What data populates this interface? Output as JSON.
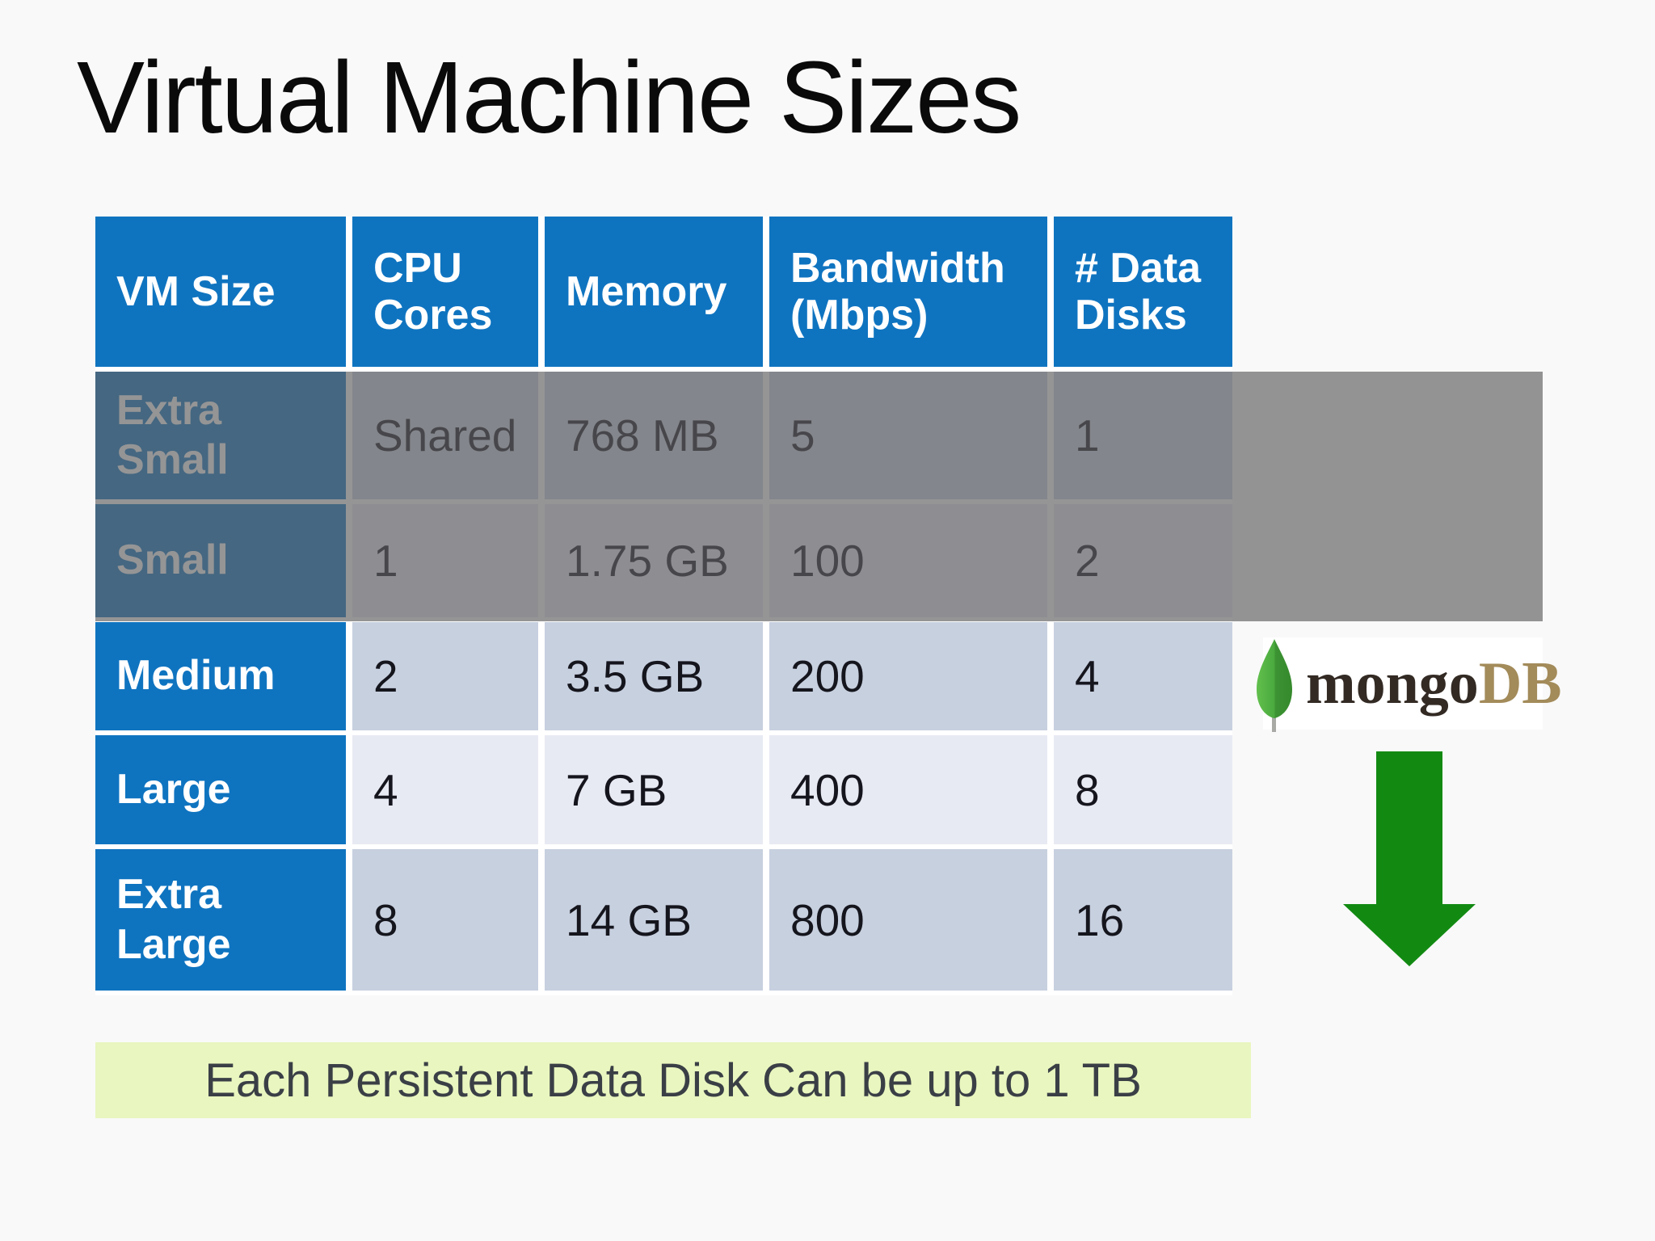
{
  "slide": {
    "title": "Virtual Machine Sizes",
    "background_color": "#f9f9f9"
  },
  "table": {
    "headers": [
      "VM Size",
      "CPU Cores",
      "Memory",
      "Bandwidth (Mbps)",
      "# Data Disks"
    ],
    "rows": [
      {
        "label": "Extra Small",
        "cpu": "Shared",
        "memory": "768 MB",
        "bandwidth": "5",
        "disks": "1",
        "dimmed": true
      },
      {
        "label": "Small",
        "cpu": "1",
        "memory": "1.75 GB",
        "bandwidth": "100",
        "disks": "2",
        "dimmed": true
      },
      {
        "label": "Medium",
        "cpu": "2",
        "memory": "3.5 GB",
        "bandwidth": "200",
        "disks": "4",
        "dimmed": false
      },
      {
        "label": "Large",
        "cpu": "4",
        "memory": "7 GB",
        "bandwidth": "400",
        "disks": "8",
        "dimmed": false
      },
      {
        "label": "Extra Large",
        "cpu": "8",
        "memory": "14 GB",
        "bandwidth": "800",
        "disks": "16",
        "dimmed": false
      }
    ],
    "colors": {
      "header_blue": "#0f74c0",
      "row_tone_dark": "#c7d0df",
      "row_tone_light": "#e8eaf3",
      "dim_overlay": "rgba(97,97,99,0.67)",
      "separator": "#ffffff",
      "data_text": "#15151d"
    }
  },
  "logo": {
    "mongo": "mongo",
    "db": "DB",
    "icon": "mongodb-leaf-icon",
    "colors": {
      "mongo_text": "#332a24",
      "db_text": "#a38b5a",
      "leaf_light": "#62c04d",
      "leaf_dark": "#3d9433",
      "background": "#ffffff"
    }
  },
  "arrow": {
    "icon": "down-arrow-icon",
    "color": "#128a12"
  },
  "note": {
    "text": "Each Persistent Data Disk Can be up to 1 TB",
    "background_color": "#e9f6bf"
  }
}
